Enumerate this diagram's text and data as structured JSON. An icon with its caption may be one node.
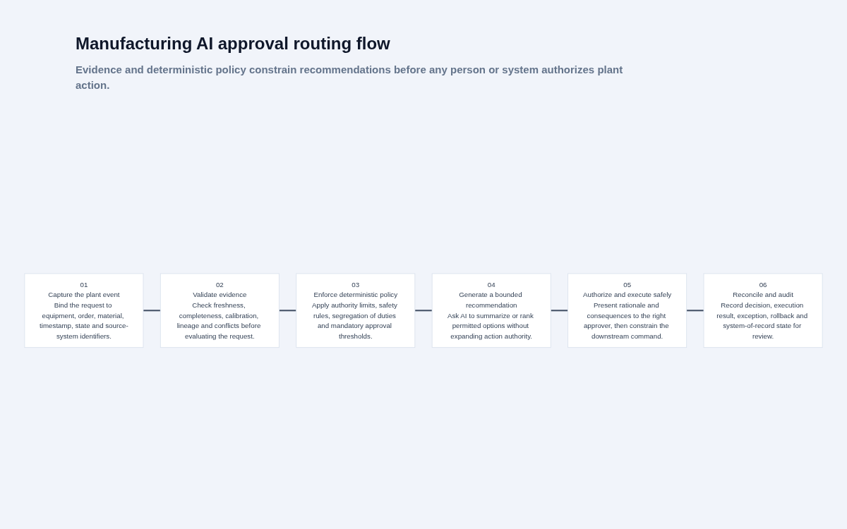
{
  "diagram": {
    "title": "Manufacturing AI approval routing flow",
    "caption": "Evidence and deterministic policy constrain recommendations before any person or system authorizes plant action.",
    "nodes": [
      {
        "text": [
          "01",
          "Capture the plant event",
          "Bind the request to equipment, order, material, timestamp, state and source-system identifiers."
        ]
      },
      {
        "text": [
          "02",
          "Validate evidence",
          "Check freshness, completeness, calibration, lineage and conflicts before evaluating the request."
        ]
      },
      {
        "text": [
          "03",
          "Enforce deterministic policy",
          "Apply authority limits, safety rules, segregation of duties and mandatory approval thresholds."
        ]
      },
      {
        "text": [
          "04",
          "Generate a bounded recommendation",
          "Ask AI to summarize or rank permitted options without expanding action authority."
        ]
      },
      {
        "text": [
          "05",
          "Authorize and execute safely",
          "Present rationale and consequences to the right approver, then constrain the downstream command."
        ]
      },
      {
        "text": [
          "06",
          "Reconcile and audit",
          "Record decision, execution result, exception, rollback and system-of-record state for review."
        ]
      }
    ],
    "edges": [
      {
        "from": 0,
        "to": 1,
        "arrow": "none"
      },
      {
        "from": 1,
        "to": 2,
        "arrow": "none"
      },
      {
        "from": 2,
        "to": 3,
        "arrow": "none"
      },
      {
        "from": 3,
        "to": 4,
        "arrow": "none"
      },
      {
        "from": 4,
        "to": 5,
        "arrow": "none"
      }
    ]
  }
}
